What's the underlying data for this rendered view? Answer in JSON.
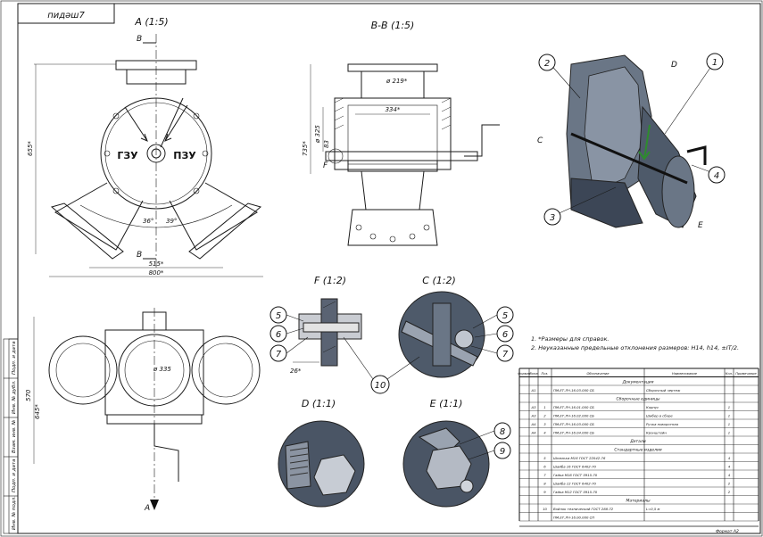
{
  "stamp_top": "пидәш7",
  "views": {
    "a": "A (1:5)",
    "bb": "B-B (1:5)",
    "f": "F (1:2)",
    "c": "C (1:2)",
    "d": "D (1:1)",
    "e": "E (1:1)"
  },
  "section_letters": {
    "b_top": "B",
    "b_bottom": "B",
    "a_arrow": "A",
    "f_mark": "F"
  },
  "plate_labels": {
    "left": "ГЗУ",
    "right": "ПЗУ"
  },
  "dims": {
    "width_800": "800*",
    "width_515": "515*",
    "height_655": "655*",
    "angle_left": "36°",
    "angle_right": "39°",
    "bb_dia_top": "ø 219*",
    "bb_334": "334*",
    "bb_dia_side": "ø 325",
    "bb_83": "83",
    "bb_735": "735*",
    "front_570": "570",
    "front_645": "645*",
    "front_dia": "ø 335",
    "f_26": "26*"
  },
  "callouts_iso": [
    "1",
    "2",
    "3",
    "4"
  ],
  "callout_letters_iso": {
    "d": "D",
    "c": "C",
    "e": "E"
  },
  "callouts_f": [
    "5",
    "6",
    "7"
  ],
  "callouts_c": [
    "5",
    "6",
    "7"
  ],
  "callout_10": "10",
  "callouts_e": [
    "8",
    "9"
  ],
  "notes": [
    "1.  *Размеры для справок.",
    "2.  Неуказанные предельные отклонения размеров: H14, h14, ±IT/2."
  ],
  "bom": {
    "headers": [
      "Формат",
      "Зона",
      "Поз.",
      "Обозначение",
      "Наименование",
      "Кол.",
      "Примечание"
    ],
    "rows": [
      [
        "",
        "",
        "",
        "",
        "Документация",
        "",
        ""
      ],
      [
        "",
        "А1",
        "",
        "ПМ.ЕТ.ЛЧ-16.03.000 СБ",
        "Сборочный чертеж",
        "",
        ""
      ],
      [
        "",
        "",
        "",
        "",
        "Сборочные единицы",
        "",
        ""
      ],
      [
        "",
        "А3",
        "1",
        "ПМ.ЕТ.ЛЧ-16.01.000 СБ",
        "Корпус",
        "1",
        ""
      ],
      [
        "",
        "А3",
        "2",
        "ПМ.ЕТ.ЛЧ-16.02.000 СБ",
        "Шибер в сборе",
        "1",
        ""
      ],
      [
        "",
        "А4",
        "3",
        "ПМ.ЕТ.ЛЧ-16.03.000 СБ",
        "Ручка поворотная",
        "1",
        ""
      ],
      [
        "",
        "А4",
        "4",
        "ПМ.ЕТ.ЛЧ-16.04.000 СБ",
        "Кронштейн",
        "1",
        ""
      ],
      [
        "",
        "",
        "",
        "",
        "Детали",
        "",
        ""
      ],
      [
        "",
        "",
        "",
        "",
        "Стандартные изделия",
        "",
        ""
      ],
      [
        "",
        "",
        "5",
        "Шпилька М16 ГОСТ 22042-76",
        "",
        "4",
        ""
      ],
      [
        "",
        "",
        "6",
        "Шайба 16 ГОСТ 6402-70",
        "",
        "4",
        ""
      ],
      [
        "",
        "",
        "7",
        "Гайка М16 ГОСТ 5915-70",
        "",
        "4",
        ""
      ],
      [
        "",
        "",
        "8",
        "Шайба 12 ГОСТ 6402-70",
        "",
        "2",
        ""
      ],
      [
        "",
        "",
        "9",
        "Гайка М12 ГОСТ 5915-70",
        "",
        "2",
        ""
      ],
      [
        "",
        "",
        "",
        "",
        "Материалы",
        "",
        ""
      ],
      [
        "",
        "",
        "10",
        "Войлок технический ГОСТ 288-72",
        "L=0,5 м",
        "",
        ""
      ],
      [
        "",
        "",
        "",
        "ПМ.ЕТ.ЛЧ-16.00.000 СП",
        "",
        "",
        ""
      ]
    ],
    "sheet": "Формат А2"
  },
  "side_stamp": [
    "Инв. № подл.",
    "Подп. и дата",
    "Взам. инв. №",
    "Инв. № дубл.",
    "Подп. и дата"
  ]
}
